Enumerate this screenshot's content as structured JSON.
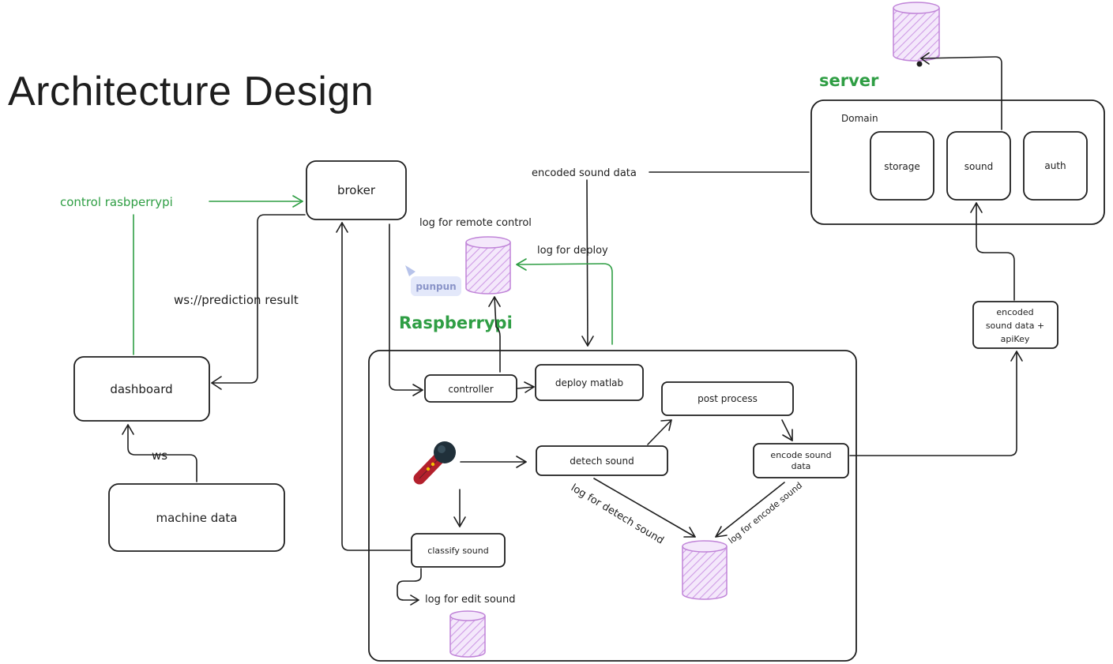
{
  "title": "Architecture Design",
  "colors": {
    "ink": "#1e1e1e",
    "green": "#2f9e44",
    "db_stroke": "#c084d8",
    "db_fill": "#e9d5f5",
    "badge_bg": "#e3e8fa"
  },
  "groups": {
    "server": "server",
    "domain": "Domain",
    "raspberrypi": "Raspberrypi"
  },
  "nodes": {
    "broker": "broker",
    "dashboard": "dashboard",
    "machine_data": "machine data",
    "storage": "storage",
    "sound": "sound",
    "auth": "auth",
    "controller": "controller",
    "deploy_matlab": "deploy matlab",
    "post_process": "post process",
    "detech_sound": "detech sound",
    "encode_sound_data": [
      "encode sound",
      "data"
    ],
    "classify_sound": "classify sound",
    "encoded_apikey": [
      "encoded",
      "sound data +",
      "apiKey"
    ]
  },
  "labels": {
    "control_rasbperrypi": "control rasbperrypi",
    "ws_prediction": "ws://prediction result",
    "ws": "ws",
    "encoded_sound_data": "encoded sound data",
    "log_remote_control": "log for remote control",
    "log_deploy": "log for deploy",
    "log_detech_sound": "log for detech sound",
    "log_encode_sound": "log for encode sound",
    "log_edit_sound": "log for edit sound"
  },
  "badge": "punpun",
  "icons": [
    "database-icon",
    "microphone-icon",
    "cursor-pointer-icon"
  ]
}
